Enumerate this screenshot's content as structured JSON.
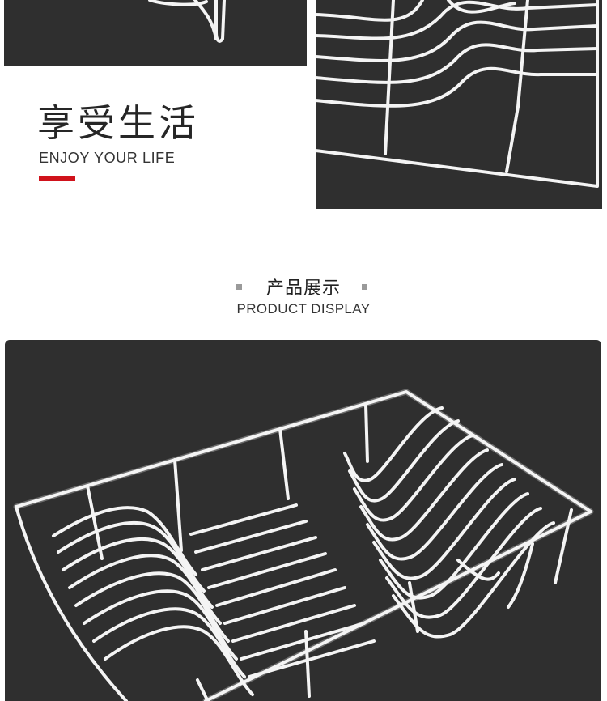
{
  "lifestyle": {
    "title": "享受生活",
    "subtitle": "ENJOY YOUR LIFE",
    "accent_color": "#d0121b"
  },
  "section": {
    "title": "产品展示",
    "subtitle": "PRODUCT DISPLAY"
  },
  "photo_background_color": "#2f2f2f"
}
